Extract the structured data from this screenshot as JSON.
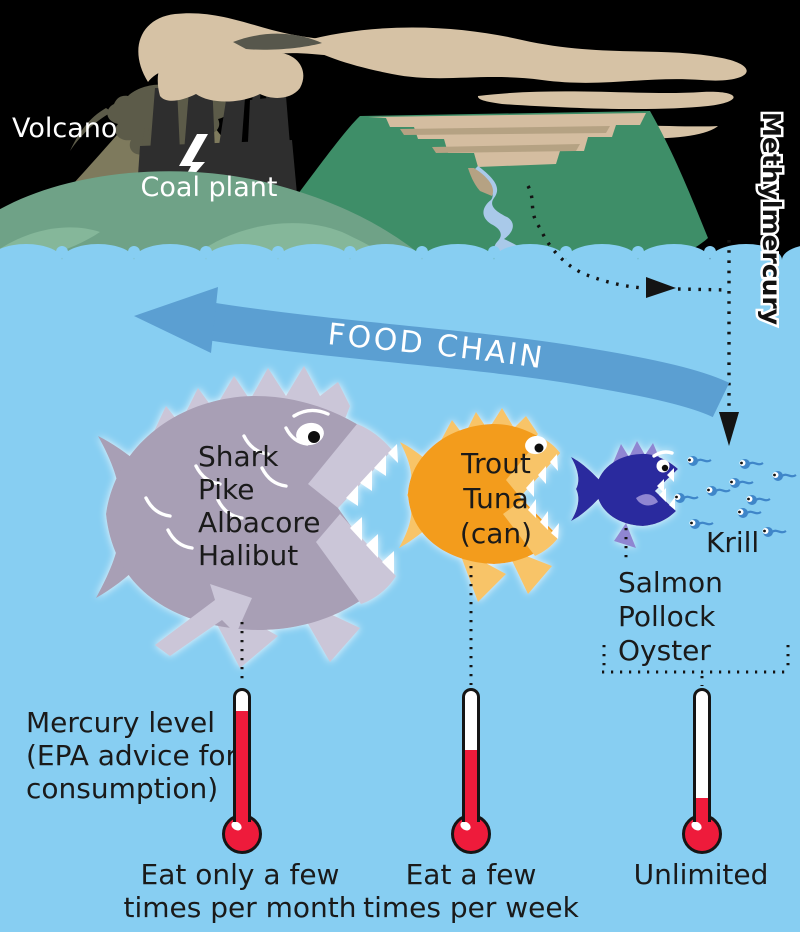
{
  "scene": {
    "volcano_label": "Volcano",
    "coal_plant_label": "Coal plant",
    "methylmercury_label": "Methylmercury",
    "food_chain_label": "FOOD CHAIN"
  },
  "food_chain": {
    "large_fish": {
      "species": [
        "Shark",
        "Pike",
        "Albacore",
        "Halibut"
      ]
    },
    "medium_fish": {
      "species": [
        "Trout",
        "Tuna",
        "(can)"
      ]
    },
    "small_fish": {
      "species": [
        "Salmon",
        "Pollock",
        "Oyster"
      ]
    },
    "krill_label": "Krill"
  },
  "mercury": {
    "level_label_lines": [
      "Mercury level",
      "(EPA advice for",
      "consumption)"
    ],
    "thermometers": [
      {
        "level": "high",
        "fill_pct": 85,
        "advice_lines": [
          "Eat only a few",
          "times per month"
        ]
      },
      {
        "level": "medium",
        "fill_pct": 55,
        "advice_lines": [
          "Eat a few",
          "times per week"
        ]
      },
      {
        "level": "low",
        "fill_pct": 18,
        "advice_lines": [
          "Unlimited"
        ]
      }
    ]
  },
  "colors": {
    "sky": "#000000",
    "water": "#87cef2",
    "mountain": "#3e8e68",
    "hill": "#6fa287",
    "hill_light": "#85b79a",
    "volcano": "#7e7a5d",
    "crater": "#5c5b49",
    "smoke": "#d6c2a5",
    "smoke_dark": "#57574c",
    "coal": "#2e2e2e",
    "mine": "#d4bda0",
    "mine_stripe": "#b5a283",
    "river": "#a9c9e9",
    "arrow": "#5b9fd2",
    "fish_large": "#a89fb5",
    "fish_large_light": "#cbc6d8",
    "fish_medium": "#f39c1d",
    "fish_medium_light": "#f8c468",
    "fish_small": "#2b2b9e",
    "fish_small_light": "#8f86d2",
    "krill": "#3f86c9",
    "thermo_red": "#ee1b3b",
    "ink": "#1a1a1a"
  }
}
